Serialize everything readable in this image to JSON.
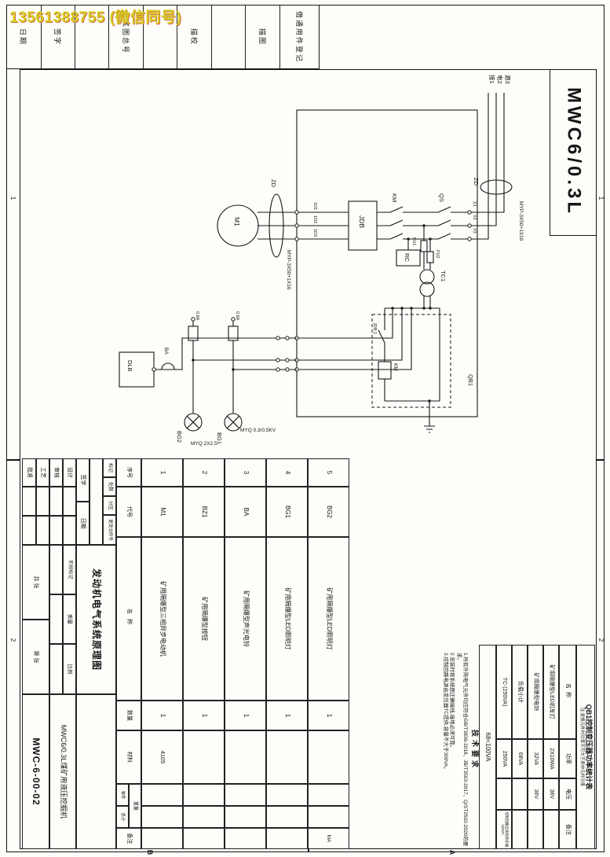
{
  "watermark": "13561388755 (微信同号)",
  "sheet": {
    "model_label": "MWC6/0.3L",
    "zone_left_1": "1",
    "zone_left_2": "2",
    "zone_right_1": "1",
    "zone_right_2": "2",
    "zone_bottom_b": "B",
    "zone_bottom_a": "A"
  },
  "binding_strip": {
    "cells": [
      "借通用件登记",
      "描图",
      "",
      "描校",
      "",
      "底图总号",
      "",
      "签字",
      "日期"
    ]
  },
  "schematic": {
    "enclosure": "QB1",
    "motor": "M1",
    "cable_left": "ZD",
    "cable_right": "ZD",
    "cable_spec_left": "MYP-3X50+1X16",
    "cable_spec_right": "MYP-3X50+1X16",
    "wire_labels": [
      "1D1",
      "1D2",
      "1D3"
    ],
    "x_labels": [
      "X1",
      "X2",
      "X3"
    ],
    "supply_labels": [
      "接1",
      "电2",
      "源3"
    ],
    "protector": "JDB",
    "contactor": "KM",
    "isolator": "QS",
    "rc": "RC",
    "transformer": "TC1",
    "fuse1": "FU1",
    "fuse2": "FU2",
    "coil": "KM",
    "aux_contact": "JDB-1",
    "bell_box": "DLB",
    "bell": "BA",
    "plug_rating_1": "0.6A",
    "plug_rating_2": "0.6A",
    "lamp_left": "BG2",
    "lamp_right": "BG1",
    "lamp_cable": "MYQ 2X2.5",
    "bell_cable": "MYQ 0.3/0.5KV"
  },
  "title_block": {
    "change_header": [
      "标记",
      "处数",
      "分区",
      "更改文件号"
    ],
    "sign_label": "签字",
    "date_label": "日期",
    "roles": [
      "设计",
      "审核",
      "工艺",
      "批准"
    ],
    "stage_header": [
      "阶段标记",
      "质量",
      "比例"
    ],
    "sheet_total": "共 张",
    "sheet_no": "第 张",
    "drawing_title": "发动机电气系统原理图",
    "product_name": "MWC6/0.3L煤矿用液压挖掘机",
    "drawing_number": "MWC-6-00-02"
  },
  "bom": {
    "headers": {
      "seq": "序号",
      "code": "代号",
      "name": "名称",
      "qty": "数量",
      "material": "材料",
      "weight": "重量",
      "unit": "单件",
      "total": "总计",
      "note": "备注"
    },
    "rows": [
      {
        "seq": "1",
        "code": "M1",
        "name": "矿用隔爆型三相异步电动机",
        "qty": "1",
        "material": "4105",
        "note": ""
      },
      {
        "seq": "2",
        "code": "BZ1",
        "name": "矿用隔爆型按钮",
        "qty": "1",
        "material": "",
        "note": ""
      },
      {
        "seq": "3",
        "code": "BA",
        "name": "矿用隔爆型声光电铃",
        "qty": "1",
        "material": "",
        "note": ""
      },
      {
        "seq": "4",
        "code": "BG1",
        "name": "矿用隔爆型LED照明灯",
        "qty": "1",
        "material": "",
        "note": ""
      },
      {
        "seq": "5",
        "code": "BG2",
        "name": "矿用隔爆型LED照明灯",
        "qty": "1",
        "material": "",
        "note": "MA"
      }
    ]
  },
  "power_table": {
    "title": "QB1控制变压器功率统计表",
    "note": "注:更换元件时功率不可大于表中元件功率",
    "headers": [
      "名称",
      "功率",
      "电压",
      "备注"
    ],
    "rows": [
      {
        "name": "矿用隔爆型LED机车灯",
        "power": "2X10WA",
        "voltage": "36V",
        "note": ""
      },
      {
        "name": "矿用隔爆型电铃",
        "power": "32VA",
        "voltage": "36V",
        "note": ""
      },
      {
        "name": "负载小计",
        "power": "68VA",
        "voltage": "",
        "note": ""
      },
      {
        "name": "TC-(250VA)",
        "power": "250VA",
        "voltage": "",
        "note": "控制回路自身损耗负载150VA"
      }
    ],
    "summary": "68<100VA"
  },
  "tech_notes": {
    "title": "技术要求",
    "items": [
      "1.所有外购电气元件均应符合GB/T3836-2018、JB/T3503-2017、Q/ST2502-2020的要求。",
      "2.安装时按系统图正确接线,接地必须可靠。",
      "3.控制回路电源由变压器TC提供,容量不大于300VA。"
    ]
  }
}
